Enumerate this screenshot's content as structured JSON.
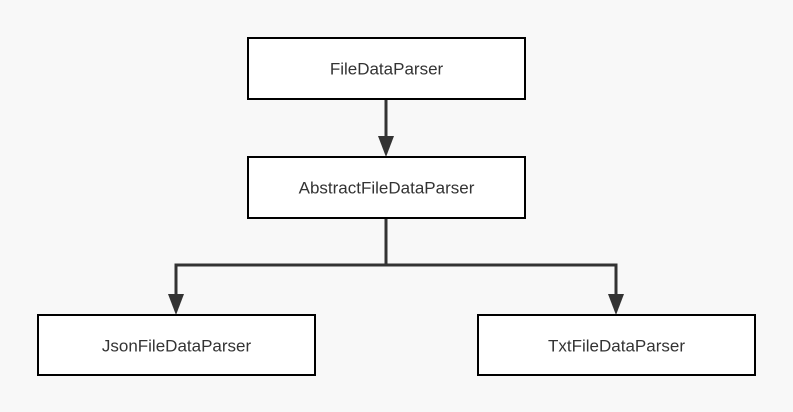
{
  "colors": {
    "background": "#f8f8f8",
    "node_fill": "#ffffff",
    "node_border": "#000000",
    "text": "#333333",
    "edge": "#333333"
  },
  "diagram": {
    "nodes": {
      "file_data_parser": {
        "label": "FileDataParser"
      },
      "abstract_file_data_parser": {
        "label": "AbstractFileDataParser"
      },
      "json_file_data_parser": {
        "label": "JsonFileDataParser"
      },
      "txt_file_data_parser": {
        "label": "TxtFileDataParser"
      }
    },
    "edges": [
      {
        "from": "file_data_parser",
        "to": "abstract_file_data_parser"
      },
      {
        "from": "abstract_file_data_parser",
        "to": "json_file_data_parser"
      },
      {
        "from": "abstract_file_data_parser",
        "to": "txt_file_data_parser"
      }
    ]
  }
}
